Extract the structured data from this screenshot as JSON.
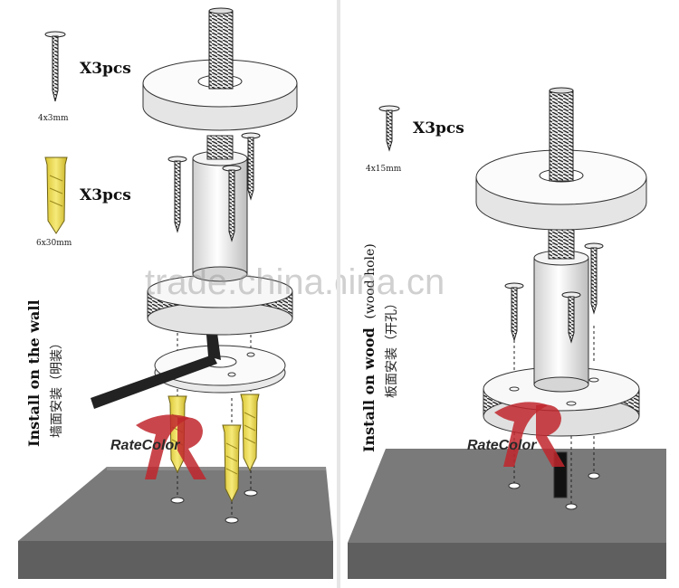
{
  "left": {
    "screw_qty": "X3pcs",
    "screw_size": "4x3mm",
    "anchor_qty": "X3pcs",
    "anchor_size": "6x30mm",
    "install_label_en": "Install on the wall",
    "install_label_cn": "墙面安装（明装）"
  },
  "right": {
    "screw_qty": "X3pcs",
    "screw_size": "4x15mm",
    "install_label_en": "Install on wood",
    "install_label_en_cont": "(wood hole)",
    "install_label_cn": "板面安装（开孔）"
  },
  "watermark": "trade.china.cn",
  "brand": "RateColor",
  "colors": {
    "counter": "#6f6f6f",
    "anchor": "#e8d84a",
    "metal": "#f2f2f2",
    "brand_red": "#c0272d"
  }
}
